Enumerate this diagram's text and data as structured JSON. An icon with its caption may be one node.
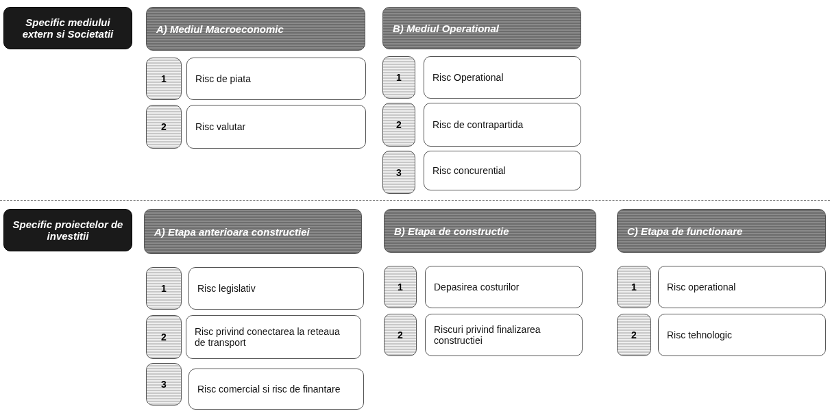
{
  "diagram": {
    "nodes": [
      {
        "text": [
          "Specific mediului extern si Societatii"
        ]
      },
      {
        "text": [
          "A) Mediul Macroeconomic"
        ]
      },
      {
        "text": [
          "1"
        ]
      },
      {
        "text": [
          "Risc de piata"
        ]
      },
      {
        "text": [
          "2"
        ]
      },
      {
        "text": [
          "Risc valutar"
        ]
      },
      {
        "text": [
          "B) Mediul Operational"
        ]
      },
      {
        "text": [
          "1"
        ]
      },
      {
        "text": [
          "Risc Operational"
        ]
      },
      {
        "text": [
          "2"
        ]
      },
      {
        "text": [
          "Risc de contrapartida"
        ]
      },
      {
        "text": [
          "3"
        ]
      },
      {
        "text": [
          "Risc concurential"
        ]
      },
      {
        "text": [
          "Specific proiectelor de investitii"
        ]
      },
      {
        "text": [
          "A) Etapa anterioara constructiei"
        ]
      },
      {
        "text": [
          "1"
        ]
      },
      {
        "text": [
          "Risc legislativ"
        ]
      },
      {
        "text": [
          "2"
        ]
      },
      {
        "text": [
          "Risc privind conectarea la reteaua de transport"
        ]
      },
      {
        "text": [
          "3"
        ]
      },
      {
        "text": [
          "Risc comercial si risc de finantare"
        ]
      },
      {
        "text": [
          "B) Etapa de constructie"
        ]
      },
      {
        "text": [
          "1"
        ]
      },
      {
        "text": [
          "Depasirea costurilor"
        ]
      },
      {
        "text": [
          "2"
        ]
      },
      {
        "text": [
          "Riscuri privind finalizarea constructiei"
        ]
      },
      {
        "text": [
          "C) Etapa de functionare"
        ]
      },
      {
        "text": [
          "1"
        ]
      },
      {
        "text": [
          "Risc operational"
        ]
      },
      {
        "text": [
          "2"
        ]
      },
      {
        "text": [
          "Risc tehnologic"
        ]
      }
    ]
  }
}
